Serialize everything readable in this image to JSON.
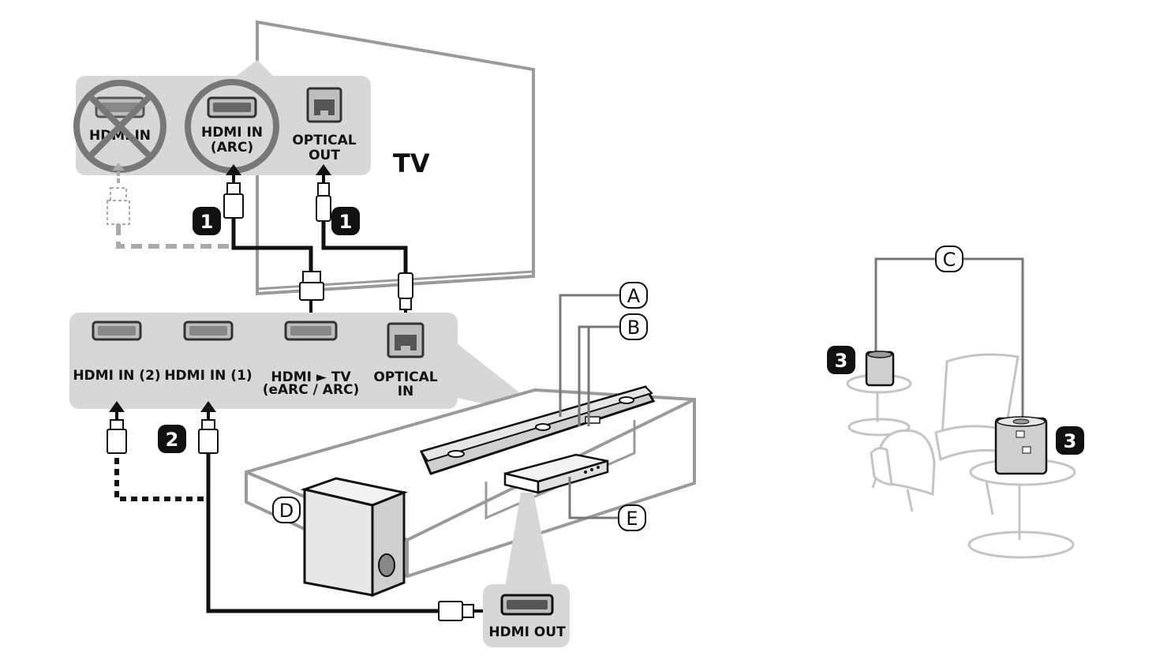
{
  "tv": {
    "label": "TV"
  },
  "tv_ports": [
    {
      "label_line1": "HDMI IN",
      "label_line2": "",
      "crossed": true
    },
    {
      "label_line1": "HDMI IN",
      "label_line2": "(ARC)",
      "crossed": false,
      "circled": true
    },
    {
      "label_line1": "OPTICAL",
      "label_line2": "OUT"
    }
  ],
  "soundbar_ports": [
    {
      "label_line1": "HDMI IN (2)",
      "label_line2": ""
    },
    {
      "label_line1": "HDMI IN (1)",
      "label_line2": ""
    },
    {
      "label_line1": "HDMI ► TV",
      "label_line2": "(eARC / ARC)"
    },
    {
      "label_line1": "OPTICAL",
      "label_line2": "IN"
    }
  ],
  "source_port": {
    "label": "HDMI OUT"
  },
  "steps": {
    "one_a": "1",
    "one_b": "1",
    "two": "2",
    "three_a": "3",
    "three_b": "3"
  },
  "callouts": {
    "a": "A",
    "b": "B",
    "c": "C",
    "d": "D",
    "e": "E"
  }
}
